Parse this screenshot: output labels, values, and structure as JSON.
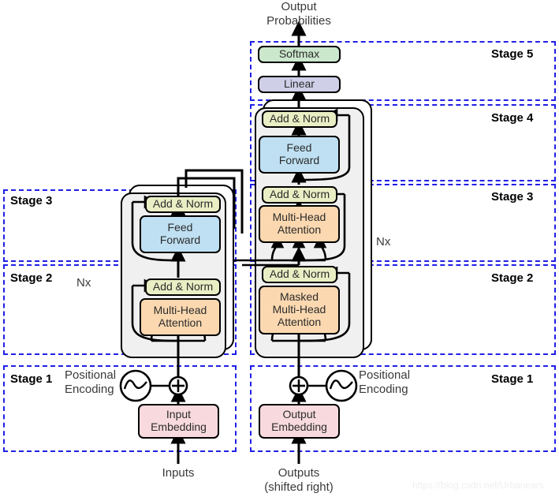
{
  "diagram": {
    "title": "Transformer architecture with stage annotations",
    "colors": {
      "stage_border": "#1f1fe8",
      "add_norm": "#eaeec4",
      "feed_forward": "#bfe0f2",
      "attention": "#fbd8b0",
      "embedding": "#f8dade",
      "linear": "#cfcfe8",
      "softmax": "#cbe7cc",
      "shell": "#f0f0f0",
      "stroke": "#000000"
    }
  },
  "top": {
    "output_probabilities": "Output\nProbabilities"
  },
  "encoder": {
    "nx_label": "Nx",
    "nodes": {
      "add_norm_top": "Add & Norm",
      "feed_forward": "Feed\nForward",
      "add_norm_bottom": "Add & Norm",
      "multi_head_attention": "Multi-Head\nAttention"
    },
    "positional_encoding": "Positional\nEncoding",
    "embedding": "Input\nEmbedding",
    "source_label": "Inputs"
  },
  "decoder": {
    "nx_label": "Nx",
    "nodes": {
      "softmax": "Softmax",
      "linear": "Linear",
      "add_norm_top": "Add & Norm",
      "feed_forward": "Feed\nForward",
      "add_norm_mid": "Add & Norm",
      "multi_head_attention": "Multi-Head\nAttention",
      "add_norm_bottom": "Add & Norm",
      "masked_multi_head_attention": "Masked\nMulti-Head\nAttention"
    },
    "positional_encoding": "Positional\nEncoding",
    "embedding": "Output\nEmbedding",
    "source_label": "Outputs\n(shifted right)"
  },
  "stages": {
    "left": [
      {
        "id": "stage-3",
        "label": "Stage 3"
      },
      {
        "id": "stage-2",
        "label": "Stage 2"
      },
      {
        "id": "stage-1",
        "label": "Stage 1"
      }
    ],
    "right": [
      {
        "id": "stage-5",
        "label": "Stage 5"
      },
      {
        "id": "stage-4",
        "label": "Stage 4"
      },
      {
        "id": "stage-3",
        "label": "Stage 3"
      },
      {
        "id": "stage-2",
        "label": "Stage 2"
      },
      {
        "id": "stage-1",
        "label": "Stage 1"
      }
    ]
  },
  "watermark": {
    "text": "https://blog.csdn.net/Urbanears"
  }
}
